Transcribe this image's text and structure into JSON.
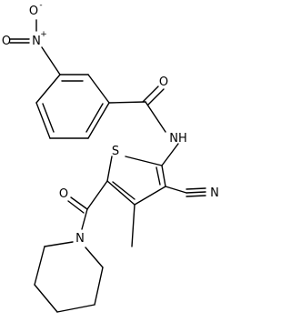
{
  "diagram": {
    "type": "chemical-structure",
    "colors": {
      "bond": "#000000",
      "label": "#000000",
      "background": "#ffffff"
    },
    "atoms": {
      "nitro_o_minus": "O",
      "nitro_o_minus_charge": "-",
      "nitro_n": "N",
      "nitro_n_charge": "+",
      "nitro_o_double": "O",
      "amide_o": "O",
      "amide_nh": "NH",
      "thiophene_s": "S",
      "cyano_n": "N",
      "ketone_o": "O",
      "piperidine_n": "N"
    }
  }
}
